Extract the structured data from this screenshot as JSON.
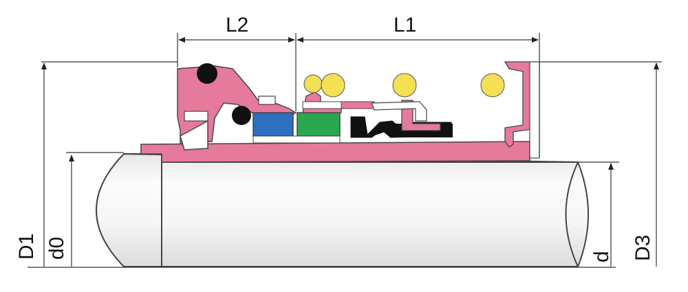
{
  "labels": {
    "L1": "L1",
    "L2": "L2",
    "D1": "D1",
    "d0": "d0",
    "d": "d",
    "D3": "D3"
  },
  "colors": {
    "line": "#333333",
    "pink": "#e67a9c",
    "pink_dark": "#c8506f",
    "blue": "#2d6fc0",
    "green": "#2aa84d",
    "yellow": "#f4df55",
    "black": "#111111",
    "shaft": "#f2f2f2"
  }
}
